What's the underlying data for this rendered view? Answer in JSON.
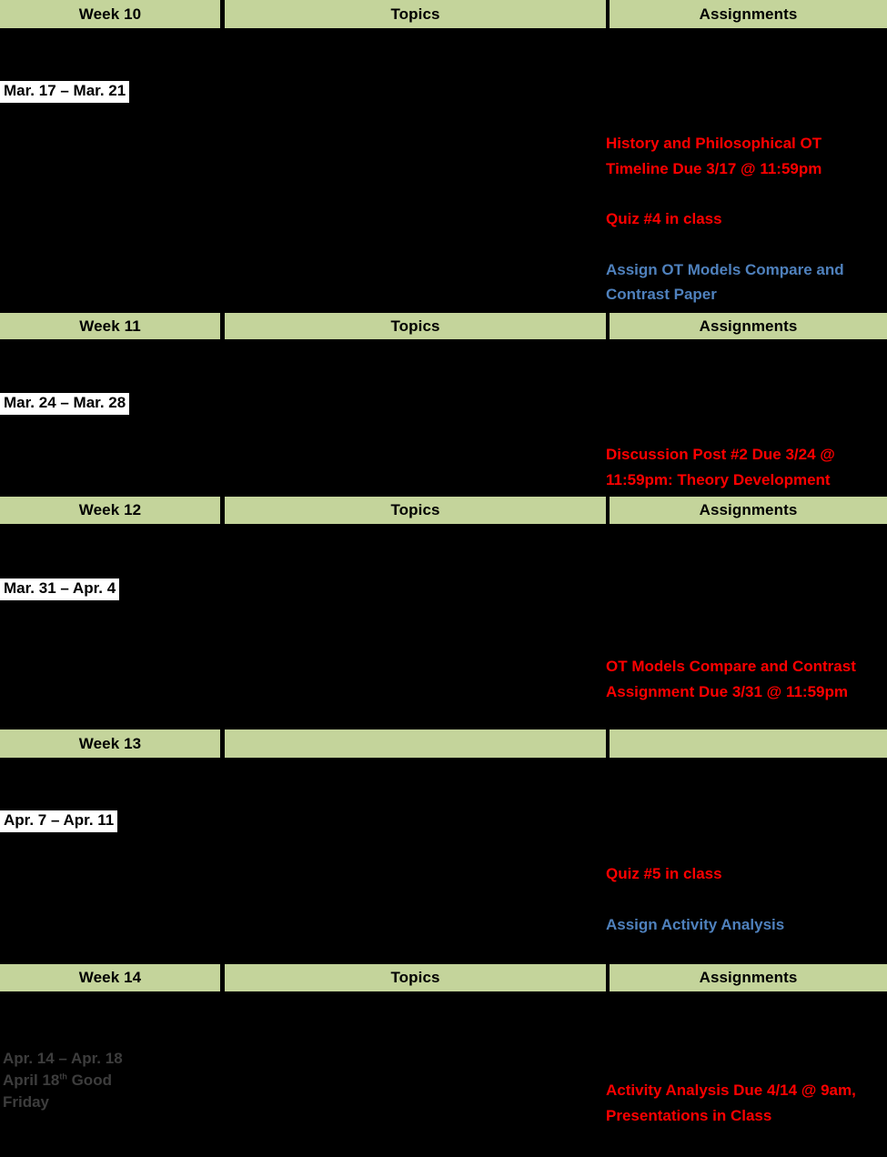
{
  "colors": {
    "header_green": "#c4d49b",
    "page_background": "#000000",
    "due_red": "#ff0000",
    "assign_blue": "#4f81bd",
    "date_chip_background": "#ffffff",
    "dim_gray_text": "#3d3d3d"
  },
  "column_headers": {
    "topics": "Topics",
    "assignments": "Assignments"
  },
  "weeks": [
    {
      "id": "week-10",
      "label": "Week 10",
      "topics_header": "Topics",
      "assignments_header": "Assignments",
      "date_range": "Mar. 17 – Mar. 21",
      "date_style": "chip",
      "topics": "",
      "assignments": [
        {
          "text": "History and Philosophical OT Timeline Due 3/17 @ 11:59pm",
          "style": "red"
        },
        {
          "text": "Quiz #4 in class",
          "style": "red"
        },
        {
          "text": "Assign OT Models Compare and Contrast Paper",
          "style": "blue"
        }
      ]
    },
    {
      "id": "week-11",
      "label": "Week 11",
      "topics_header": "Topics",
      "assignments_header": "Assignments",
      "date_range": "Mar. 24 – Mar. 28",
      "date_style": "chip",
      "topics": "",
      "assignments": [
        {
          "text": "Discussion Post #2 Due 3/24 @ 11:59pm: Theory Development",
          "style": "red"
        }
      ]
    },
    {
      "id": "week-12",
      "label": "Week 12",
      "topics_header": "Topics",
      "assignments_header": "Assignments",
      "date_range": "Mar. 31 – Apr. 4",
      "date_style": "chip",
      "topics": "",
      "assignments": [
        {
          "text": "OT Models Compare and Contrast Assignment Due 3/31 @ 11:59pm",
          "style": "red"
        }
      ]
    },
    {
      "id": "week-13",
      "label": "Week 13",
      "topics_header": "",
      "assignments_header": "",
      "date_range": "Apr. 7 – Apr. 11",
      "date_style": "chip",
      "topics": "",
      "assignments": [
        {
          "text": "Quiz #5 in class",
          "style": "red"
        },
        {
          "text": "Assign Activity Analysis",
          "style": "blue"
        }
      ]
    },
    {
      "id": "week-14",
      "label": "Week 14",
      "topics_header": "Topics",
      "assignments_header": "Assignments",
      "date_range_line1": "Apr. 14 – Apr. 18",
      "date_range_line2_pre": "April 18",
      "date_range_line2_sup": "th",
      "date_range_line2_post": " Good",
      "date_range_line3": "Friday",
      "date_style": "plain",
      "topics": "",
      "assignments": [
        {
          "text": "Activity Analysis Due 4/14 @ 9am, Presentations in Class",
          "style": "red"
        }
      ]
    }
  ]
}
